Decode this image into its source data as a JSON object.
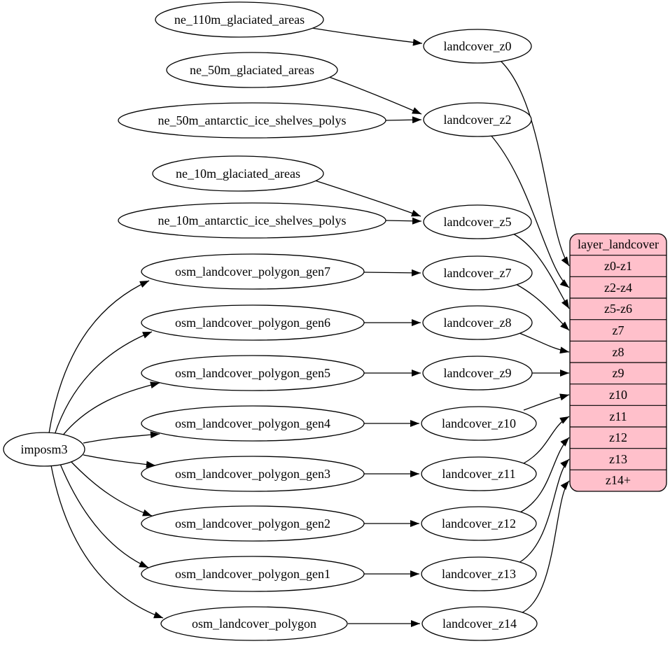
{
  "graph": {
    "nodes": {
      "imposm3": "imposm3",
      "ne_110m_glaciated_areas": "ne_110m_glaciated_areas",
      "ne_50m_glaciated_areas": "ne_50m_glaciated_areas",
      "ne_50m_antarctic_ice_shelves_polys": "ne_50m_antarctic_ice_shelves_polys",
      "ne_10m_glaciated_areas": "ne_10m_glaciated_areas",
      "ne_10m_antarctic_ice_shelves_polys": "ne_10m_antarctic_ice_shelves_polys",
      "osm_landcover_polygon_gen7": "osm_landcover_polygon_gen7",
      "osm_landcover_polygon_gen6": "osm_landcover_polygon_gen6",
      "osm_landcover_polygon_gen5": "osm_landcover_polygon_gen5",
      "osm_landcover_polygon_gen4": "osm_landcover_polygon_gen4",
      "osm_landcover_polygon_gen3": "osm_landcover_polygon_gen3",
      "osm_landcover_polygon_gen2": "osm_landcover_polygon_gen2",
      "osm_landcover_polygon_gen1": "osm_landcover_polygon_gen1",
      "osm_landcover_polygon": "osm_landcover_polygon",
      "landcover_z0": "landcover_z0",
      "landcover_z2": "landcover_z2",
      "landcover_z5": "landcover_z5",
      "landcover_z7": "landcover_z7",
      "landcover_z8": "landcover_z8",
      "landcover_z9": "landcover_z9",
      "landcover_z10": "landcover_z10",
      "landcover_z11": "landcover_z11",
      "landcover_z12": "landcover_z12",
      "landcover_z13": "landcover_z13",
      "landcover_z14": "landcover_z14"
    },
    "table": {
      "title": "layer_landcover",
      "rows": [
        "z0-z1",
        "z2-z4",
        "z5-z6",
        "z7",
        "z8",
        "z9",
        "z10",
        "z11",
        "z12",
        "z13",
        "z14+"
      ]
    },
    "edges": [
      {
        "from": "imposm3",
        "to": "osm_landcover_polygon_gen7"
      },
      {
        "from": "imposm3",
        "to": "osm_landcover_polygon_gen6"
      },
      {
        "from": "imposm3",
        "to": "osm_landcover_polygon_gen5"
      },
      {
        "from": "imposm3",
        "to": "osm_landcover_polygon_gen4"
      },
      {
        "from": "imposm3",
        "to": "osm_landcover_polygon_gen3"
      },
      {
        "from": "imposm3",
        "to": "osm_landcover_polygon_gen2"
      },
      {
        "from": "imposm3",
        "to": "osm_landcover_polygon_gen1"
      },
      {
        "from": "imposm3",
        "to": "osm_landcover_polygon"
      },
      {
        "from": "ne_110m_glaciated_areas",
        "to": "landcover_z0"
      },
      {
        "from": "ne_50m_glaciated_areas",
        "to": "landcover_z2"
      },
      {
        "from": "ne_50m_antarctic_ice_shelves_polys",
        "to": "landcover_z2"
      },
      {
        "from": "ne_10m_glaciated_areas",
        "to": "landcover_z5"
      },
      {
        "from": "ne_10m_antarctic_ice_shelves_polys",
        "to": "landcover_z5"
      },
      {
        "from": "osm_landcover_polygon_gen7",
        "to": "landcover_z7"
      },
      {
        "from": "osm_landcover_polygon_gen6",
        "to": "landcover_z8"
      },
      {
        "from": "osm_landcover_polygon_gen5",
        "to": "landcover_z9"
      },
      {
        "from": "osm_landcover_polygon_gen4",
        "to": "landcover_z10"
      },
      {
        "from": "osm_landcover_polygon_gen3",
        "to": "landcover_z11"
      },
      {
        "from": "osm_landcover_polygon_gen2",
        "to": "landcover_z12"
      },
      {
        "from": "osm_landcover_polygon_gen1",
        "to": "landcover_z13"
      },
      {
        "from": "osm_landcover_polygon",
        "to": "landcover_z14"
      },
      {
        "from": "landcover_z0",
        "to": "layer_landcover.z0-z1"
      },
      {
        "from": "landcover_z2",
        "to": "layer_landcover.z2-z4"
      },
      {
        "from": "landcover_z5",
        "to": "layer_landcover.z5-z6"
      },
      {
        "from": "landcover_z7",
        "to": "layer_landcover.z7"
      },
      {
        "from": "landcover_z8",
        "to": "layer_landcover.z8"
      },
      {
        "from": "landcover_z9",
        "to": "layer_landcover.z9"
      },
      {
        "from": "landcover_z10",
        "to": "layer_landcover.z10"
      },
      {
        "from": "landcover_z11",
        "to": "layer_landcover.z11"
      },
      {
        "from": "landcover_z12",
        "to": "layer_landcover.z12"
      },
      {
        "from": "landcover_z13",
        "to": "layer_landcover.z13"
      },
      {
        "from": "landcover_z14",
        "to": "layer_landcover.z14+"
      }
    ],
    "colors": {
      "background": "#ffffff",
      "node_fill": "#ffffff",
      "stroke": "#000000",
      "table_fill": "#ffc0cb"
    }
  }
}
